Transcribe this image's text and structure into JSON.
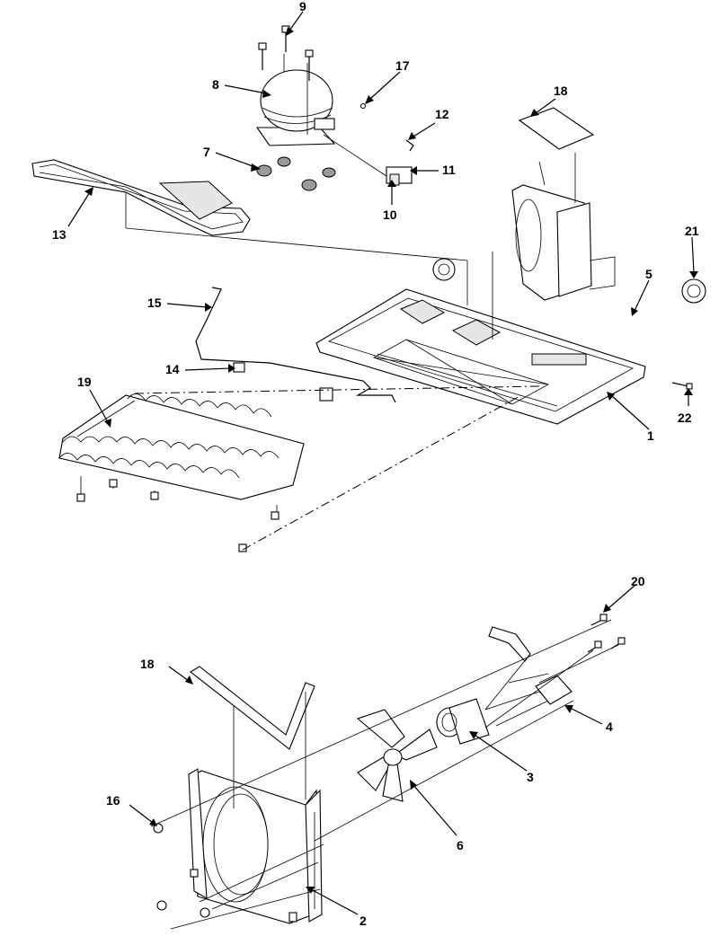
{
  "diagram": {
    "labels": {
      "p1": "1",
      "p2": "2",
      "p3": "3",
      "p4": "4",
      "p5": "5",
      "p6": "6",
      "p7": "7",
      "p8": "8",
      "p9": "9",
      "p10": "10",
      "p11": "11",
      "p12": "12",
      "p13": "13",
      "p14": "14",
      "p15": "15",
      "p16": "16",
      "p17": "17",
      "p18_top": "18",
      "p18_bottom": "18",
      "p19": "19",
      "p20": "20",
      "p21": "21",
      "p22": "22"
    }
  }
}
